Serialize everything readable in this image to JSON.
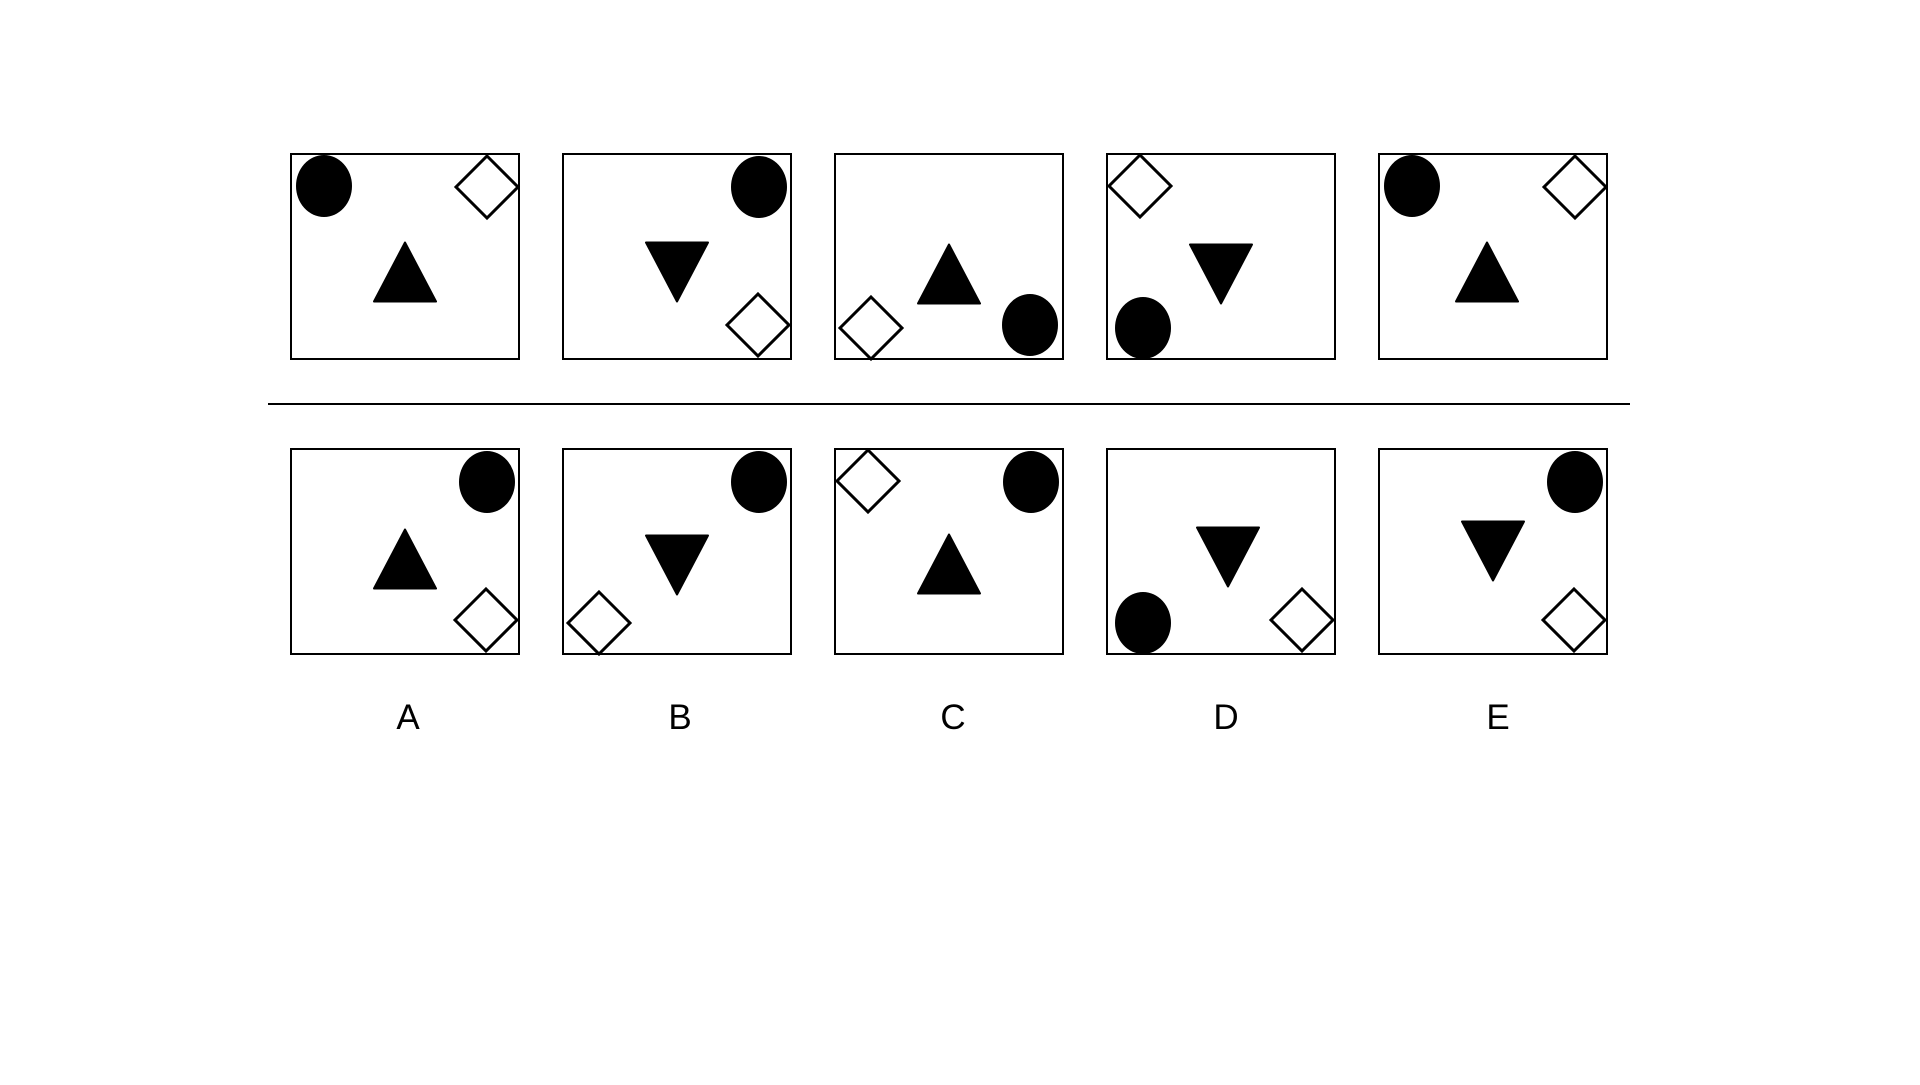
{
  "puzzle": {
    "type": "visual-analogy-matrix",
    "colors": {
      "stroke": "#000000",
      "fill": "#000000",
      "background": "#ffffff"
    },
    "question_row": [
      {
        "id": "q1",
        "shapes": [
          {
            "kind": "circle",
            "position": "top-left",
            "filled": true
          },
          {
            "kind": "diamond",
            "position": "top-right",
            "filled": false
          },
          {
            "kind": "triangle-up",
            "position": "center",
            "filled": true
          }
        ]
      },
      {
        "id": "q2",
        "shapes": [
          {
            "kind": "circle",
            "position": "top-right",
            "filled": true
          },
          {
            "kind": "triangle-down",
            "position": "center",
            "filled": true
          },
          {
            "kind": "diamond",
            "position": "bottom-right",
            "filled": false
          }
        ]
      },
      {
        "id": "q3",
        "shapes": [
          {
            "kind": "triangle-up",
            "position": "center",
            "filled": true
          },
          {
            "kind": "diamond",
            "position": "bottom-left",
            "filled": false
          },
          {
            "kind": "circle",
            "position": "bottom-right",
            "filled": true
          }
        ]
      },
      {
        "id": "q4",
        "shapes": [
          {
            "kind": "diamond",
            "position": "top-left",
            "filled": false
          },
          {
            "kind": "triangle-down",
            "position": "center",
            "filled": true
          },
          {
            "kind": "circle",
            "position": "bottom-left",
            "filled": true
          }
        ]
      },
      {
        "id": "q5",
        "shapes": [
          {
            "kind": "circle",
            "position": "top-left",
            "filled": true
          },
          {
            "kind": "diamond",
            "position": "top-right",
            "filled": false
          },
          {
            "kind": "triangle-up",
            "position": "center",
            "filled": true
          }
        ]
      }
    ],
    "answer_options": [
      {
        "label": "A",
        "shapes": [
          {
            "kind": "circle",
            "position": "top-right",
            "filled": true
          },
          {
            "kind": "triangle-up",
            "position": "center",
            "filled": true
          },
          {
            "kind": "diamond",
            "position": "bottom-right",
            "filled": false
          }
        ]
      },
      {
        "label": "B",
        "shapes": [
          {
            "kind": "circle",
            "position": "top-right",
            "filled": true
          },
          {
            "kind": "triangle-down",
            "position": "center",
            "filled": true
          },
          {
            "kind": "diamond",
            "position": "bottom-left",
            "filled": false
          }
        ]
      },
      {
        "label": "C",
        "shapes": [
          {
            "kind": "diamond",
            "position": "top-left",
            "filled": false
          },
          {
            "kind": "circle",
            "position": "top-right",
            "filled": true
          },
          {
            "kind": "triangle-up",
            "position": "center",
            "filled": true
          }
        ]
      },
      {
        "label": "D",
        "shapes": [
          {
            "kind": "triangle-down",
            "position": "center",
            "filled": true
          },
          {
            "kind": "circle",
            "position": "bottom-left",
            "filled": true
          },
          {
            "kind": "diamond",
            "position": "bottom-right",
            "filled": false
          }
        ]
      },
      {
        "label": "E",
        "shapes": [
          {
            "kind": "circle",
            "position": "top-right",
            "filled": true
          },
          {
            "kind": "triangle-down",
            "position": "center",
            "filled": true
          },
          {
            "kind": "diamond",
            "position": "bottom-right",
            "filled": false
          }
        ]
      }
    ]
  }
}
